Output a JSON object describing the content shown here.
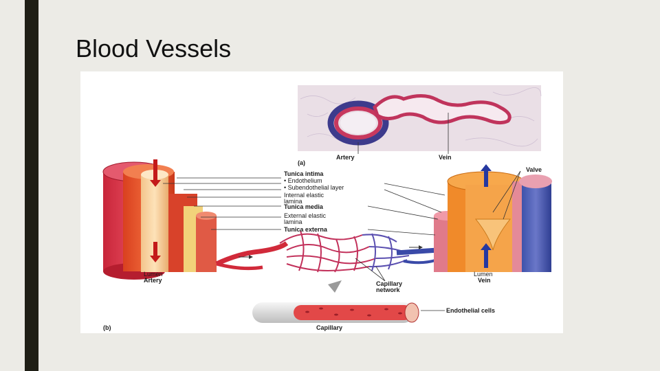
{
  "slide": {
    "title": "Blood Vessels"
  },
  "figure": {
    "panel_a": {
      "panel_label": "(a)",
      "labels": {
        "artery": "Artery",
        "vein": "Vein"
      }
    },
    "panel_b": {
      "panel_label": "(b)",
      "labels": {
        "tunica_intima": "Tunica intima",
        "endothelium": "• Endothelium",
        "subendothelial_layer": "• Subendothelial layer",
        "internal_elastic_line1": "Internal elastic",
        "internal_elastic_line2": "lamina",
        "tunica_media": "Tunica media",
        "external_elastic_line1": "External elastic",
        "external_elastic_line2": "lamina",
        "tunica_externa": "Tunica externa",
        "valve": "Valve",
        "lumen_left": "Lumen",
        "artery": "Artery",
        "lumen_right": "Lumen",
        "vein": "Vein",
        "capillary_network_line1": "Capillary",
        "capillary_network_line2": "network",
        "endothelial_cells": "Endothelial cells",
        "capillary": "Capillary"
      }
    }
  }
}
